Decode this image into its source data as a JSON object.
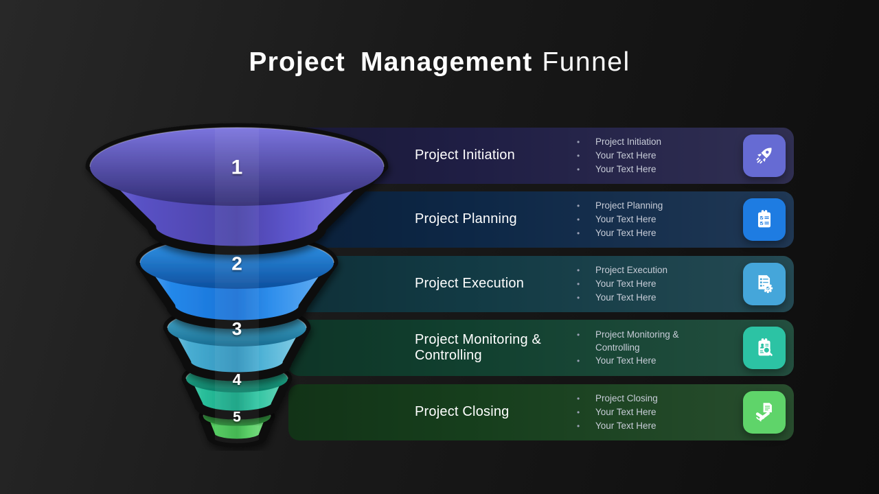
{
  "slide": {
    "title_main": "Project Management",
    "title_accent": "Funnel",
    "background_color": "#161616"
  },
  "funnel": {
    "segments": [
      {
        "number": "1",
        "color": "#5b53c8"
      },
      {
        "number": "2",
        "color": "#1f86e8"
      },
      {
        "number": "3",
        "color": "#3da2cb"
      },
      {
        "number": "4",
        "color": "#1fb694"
      },
      {
        "number": "5",
        "color": "#4ac457"
      }
    ]
  },
  "rows": [
    {
      "title": "Project Initiation",
      "bullets": [
        "Project Initiation",
        "Your Text Here",
        "Your Text Here"
      ],
      "icon": "rocket-icon",
      "bar_color": "#1f1e44",
      "icon_bg": "#666bd3"
    },
    {
      "title": "Project Planning",
      "bullets": [
        "Project Planning",
        "Your Text Here",
        "Your Text Here"
      ],
      "icon": "clipboard-checklist-icon",
      "bar_color": "#0d2746",
      "icon_bg": "#1e7ce2"
    },
    {
      "title": "Project Execution",
      "bullets": [
        "Project Execution",
        "Your Text Here",
        "Your Text Here"
      ],
      "icon": "task-gear-icon",
      "bar_color": "#123a44",
      "icon_bg": "#45a6da"
    },
    {
      "title": "Project Monitoring & Controlling",
      "bullets": [
        "Project Monitoring  & Controlling",
        "Your Text Here",
        ""
      ],
      "icon": "clipboard-search-icon",
      "bar_color": "#11402f",
      "icon_bg": "#2cc3a4"
    },
    {
      "title": "Project Closing",
      "bullets": [
        "Project Closing",
        "Your Text Here",
        "Your Text Here"
      ],
      "icon": "handshake-document-icon",
      "bar_color": "#163e1c",
      "icon_bg": "#5fd46a"
    }
  ]
}
